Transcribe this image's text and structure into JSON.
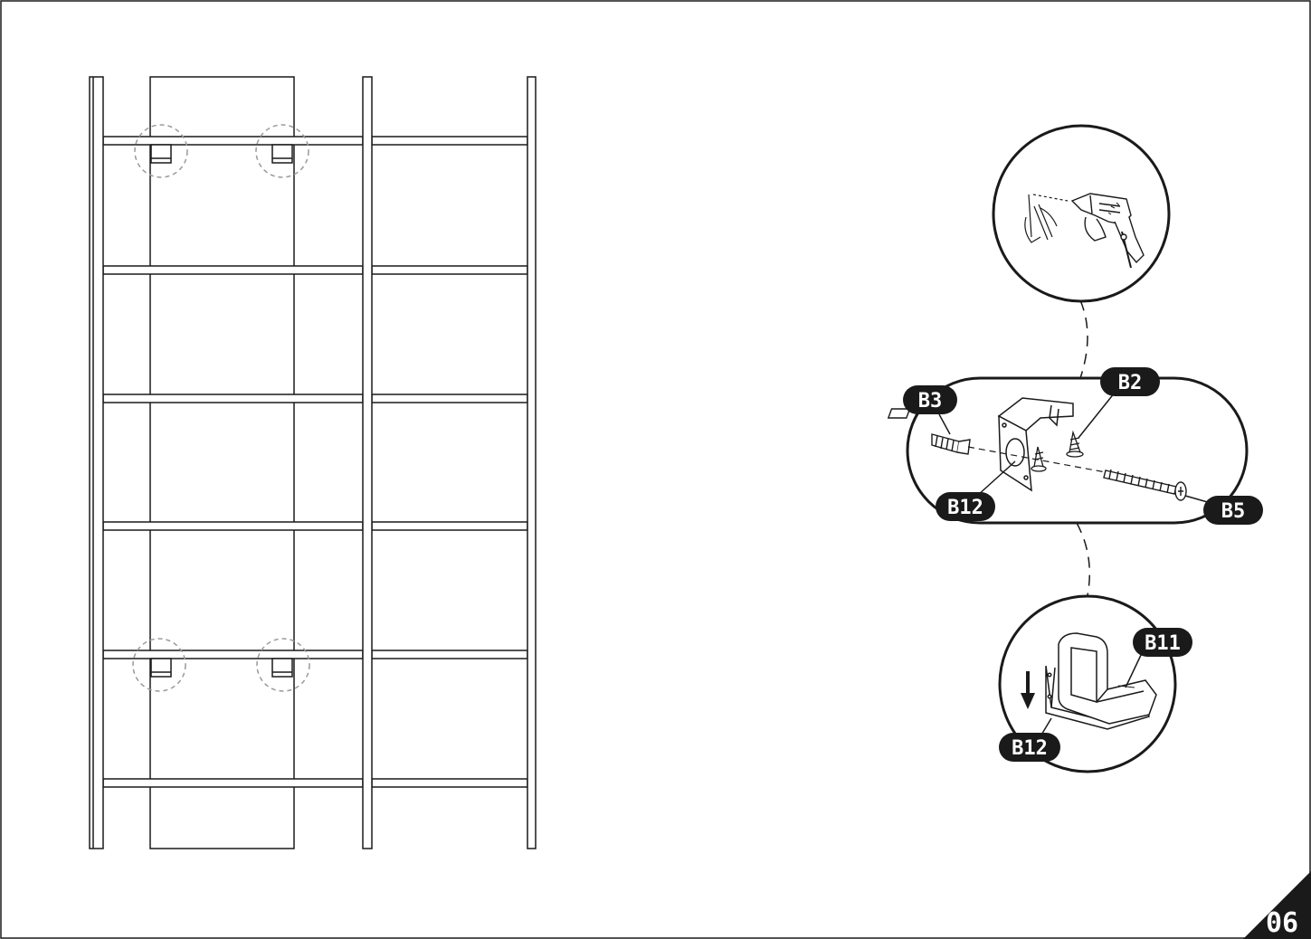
{
  "page_number": "06",
  "labels": {
    "b3": "B3",
    "b2": "B2",
    "b12_bracket": "B12",
    "b5": "B5",
    "b11": "B11",
    "b12_detail": "B12"
  },
  "colors": {
    "line": "#1a1a1a",
    "guide": "#9a9a9a",
    "label_bg": "#1a1a1a",
    "label_text": "#ffffff"
  },
  "icons": {
    "drill_hands": "hand-drill-icon",
    "pencil_hand": "pencil-hand-icon",
    "down_arrow": "arrow-down-icon"
  }
}
